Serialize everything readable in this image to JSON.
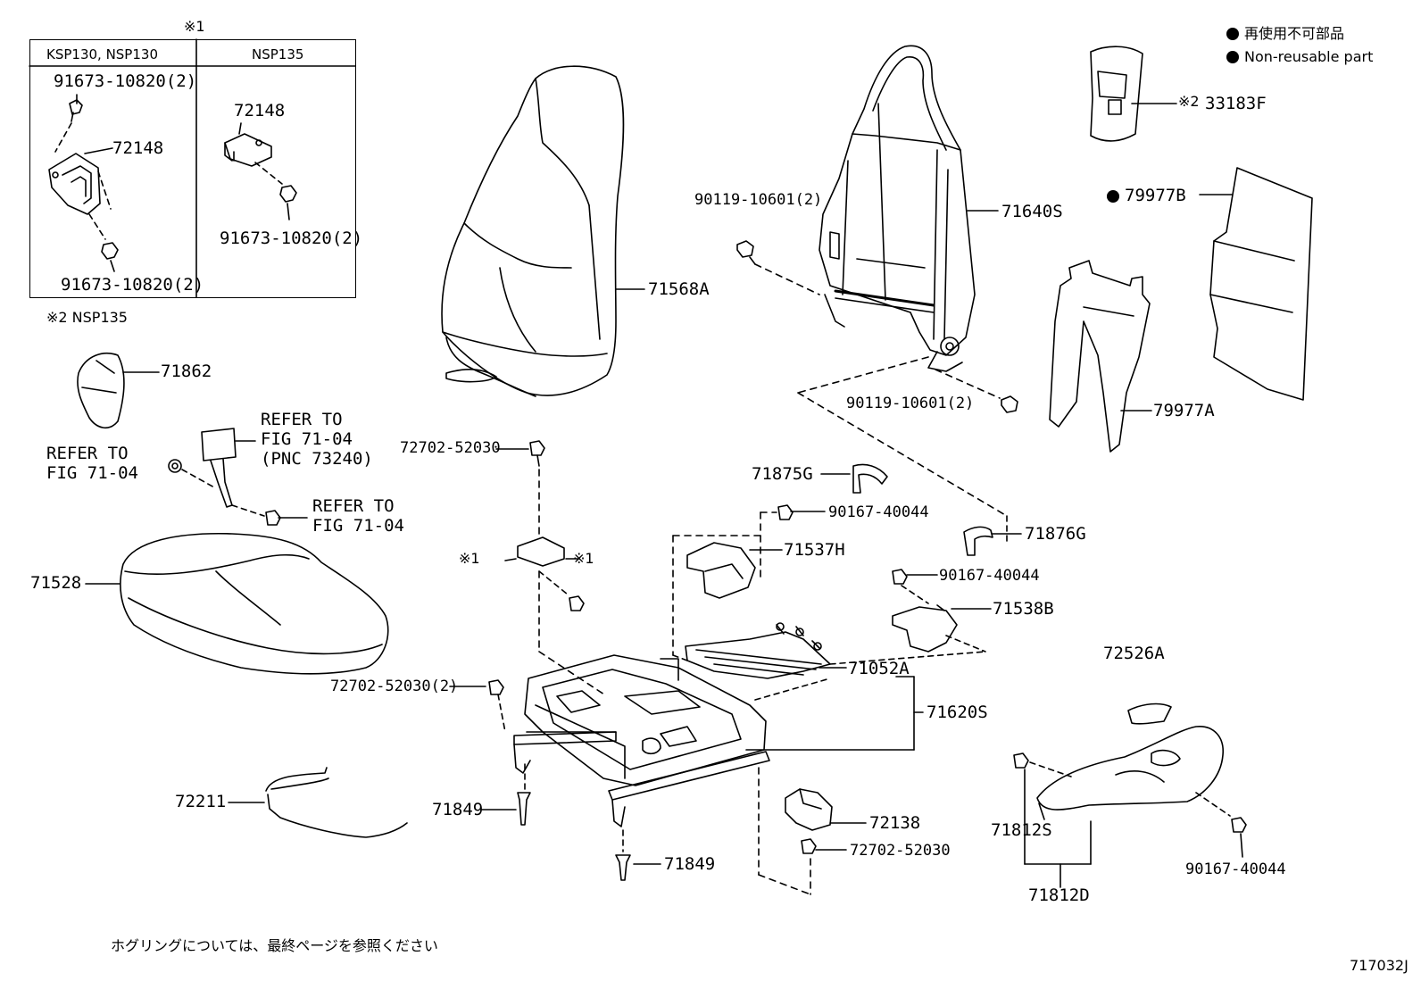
{
  "legend": {
    "jp": "再使用不可部品",
    "en": "Non-reusable part"
  },
  "inset": {
    "mark": "※1",
    "col1": "KSP130, NSP130",
    "col2": "NSP135",
    "a_bolt_top": "91673-10820(2)",
    "a_bracket": "72148",
    "a_bolt_bottom": "91673-10820(2)",
    "b_bracket": "72148",
    "b_bolt": "91673-10820(2)"
  },
  "note2": "※2 NSP135",
  "parts": {
    "p71862": "71862",
    "refer_belt_1": "REFER TO",
    "refer_belt_2": "FIG 71-04",
    "refer_belt_3": "(PNC 73240)",
    "refer_left_1": "REFER TO",
    "refer_left_2": "FIG 71-04",
    "refer_right_1": "REFER TO",
    "refer_right_2": "FIG 71-04",
    "p71528": "71528",
    "p72211": "72211",
    "p71568A": "71568A",
    "p72702_top": "72702-52030",
    "mark1_a": "※1",
    "mark1_b": "※1",
    "p72702_2": "72702-52030(2)",
    "p71849_a": "71849",
    "p71849_b": "71849",
    "p90119_a": "90119-10601(2)",
    "p71640S": "71640S",
    "p90119_b": "90119-10601(2)",
    "p33183F_mark": "※2",
    "p33183F": "33183F",
    "p79977B": "79977B",
    "p79977A": "79977A",
    "p71875G": "71875G",
    "p90167_a": "90167-40044",
    "p71537H": "71537H",
    "p71876G": "71876G",
    "p90167_b": "90167-40044",
    "p71538B": "71538B",
    "p71052A": "71052A",
    "p71620S": "71620S",
    "p72138": "72138",
    "p72702_b": "72702-52030",
    "p72526A": "72526A",
    "p71812S": "71812S",
    "p71812D": "71812D",
    "p90167_c": "90167-40044"
  },
  "footer_note": "ホグリングについては、最終ページを参照ください",
  "figure_id": "717032J"
}
